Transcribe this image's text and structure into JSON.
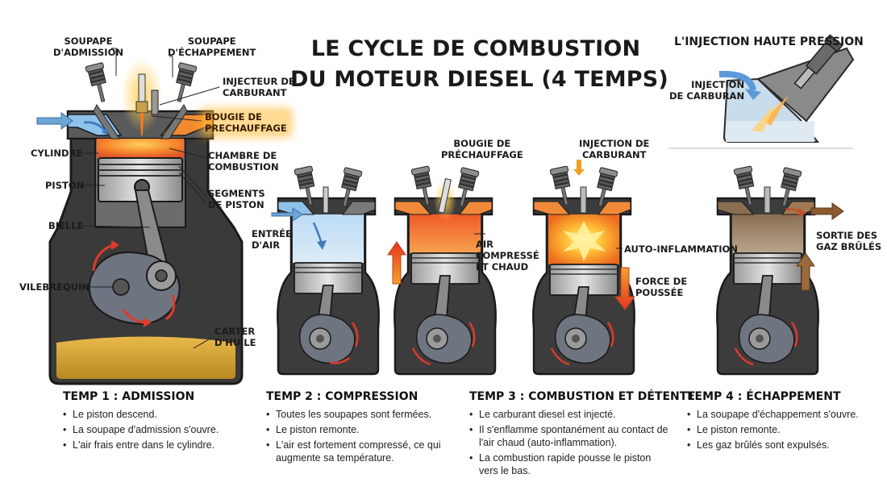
{
  "title": {
    "line1": "LE CYCLE DE COMBUSTION",
    "line2": "DU MOTEUR DIESEL (4 TEMPS)"
  },
  "main_diagram": {
    "labels": {
      "intake_valve_1": "SOUPAPE",
      "intake_valve_2": "D'ADMISSION",
      "exhaust_valve_1": "SOUPAPE",
      "exhaust_valve_2": "D'ÉCHAPPEMENT",
      "injector_1": "INJECTEUR DE",
      "injector_2": "CARBURANT",
      "glow_plug_1": "BOUGIE DE",
      "glow_plug_2": "PRECHAUFFAGE",
      "cylinder": "CYLINDRE",
      "chamber_1": "CHAMBRE DE",
      "chamber_2": "COMBUSTION",
      "piston": "PISTON",
      "rings_1": "SEGMENTS",
      "rings_2": "DE PISTON",
      "rod": "BIELLE",
      "crank": "VILEBREQUIN",
      "sump_1": "CARTER",
      "sump_2": "D'HUILE"
    }
  },
  "inset": {
    "title": "L'INJECTION HAUTE PRESSION",
    "label_1": "INJECTION",
    "label_2": "DE CARBURAN"
  },
  "stage_labels": {
    "air_in_1": "ENTRÉE",
    "air_in_2": "D'AIR",
    "glow_plug_1": "BOUGIE DE",
    "glow_plug_2": "PRÉCHAUFFAGE",
    "compressed_1": "AIR",
    "compressed_2": "COMPRESSÉ",
    "compressed_3": "ET CHAUD",
    "injection_1": "INJECTION DE",
    "injection_2": "CARBURANT",
    "auto_ign": "AUTO-INFLAMMATION",
    "force_1": "FORCE DE",
    "force_2": "POUSSÉE",
    "exhaust_1": "SORTIE DES",
    "exhaust_2": "GAZ BRÛLÉS"
  },
  "steps": [
    {
      "title": "TEMP 1 : ADMISSION",
      "items": [
        "Le piston descend.",
        "La soupape d'admission s'ouvre.",
        "L'air frais entre dans le cylindre."
      ]
    },
    {
      "title": "TEMP 2 : COMPRESSION",
      "items": [
        "Toutes les soupapes sont fermées.",
        "Le piston remonte.",
        "L'air est fortement compressé, ce qui augmente sa température."
      ]
    },
    {
      "title": "TEMP 3 : COMBUSTION ET DÉTENTE",
      "items": [
        "Le carburant diesel est injecté.",
        "Il s'enflamme spontanément au contact de l'air chaud (auto-inflammation).",
        "La combustion rapide pousse le piston vers le bas."
      ]
    },
    {
      "title": "TEMP 4 : ÉCHAPPEMENT",
      "items": [
        "La soupape d'échappement s'ouvre.",
        "Le piston remonte.",
        "Les gaz brûlés sont expulsés."
      ]
    }
  ],
  "colors": {
    "air": "#7fb9e6",
    "hot": "#f07a2a",
    "fire": "#ffb020",
    "exhaust": "#9a6a3a",
    "engine_dark": "#3c3c3c",
    "oil": "#d9a634"
  }
}
